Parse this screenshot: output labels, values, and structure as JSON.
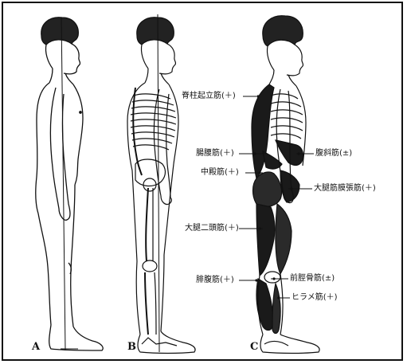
{
  "figure": {
    "panels": [
      {
        "id": "A",
        "letter": "A"
      },
      {
        "id": "B",
        "letter": "B"
      },
      {
        "id": "C",
        "letter": "C"
      }
    ],
    "muscle_labels": [
      {
        "key": "erector",
        "text": "脊柱起立筋(＋)"
      },
      {
        "key": "iliopsoas",
        "text": "腸腰筋(＋)"
      },
      {
        "key": "obliques",
        "text": "腹斜筋(±)"
      },
      {
        "key": "gluteus_medius",
        "text": "中殿筋(＋)"
      },
      {
        "key": "tfl",
        "text": "大腿筋膜張筋(＋)"
      },
      {
        "key": "biceps_femoris",
        "text": "大腿二頭筋(＋)"
      },
      {
        "key": "gastrocnemius",
        "text": "腓腹筋(＋)"
      },
      {
        "key": "tibialis_anterior",
        "text": "前脛骨筋(±)"
      },
      {
        "key": "soleus",
        "text": "ヒラメ筋(＋)"
      }
    ],
    "colors": {
      "ink": "#111111",
      "muscle": "#1a1a1a",
      "paper": "#ffffff"
    }
  }
}
